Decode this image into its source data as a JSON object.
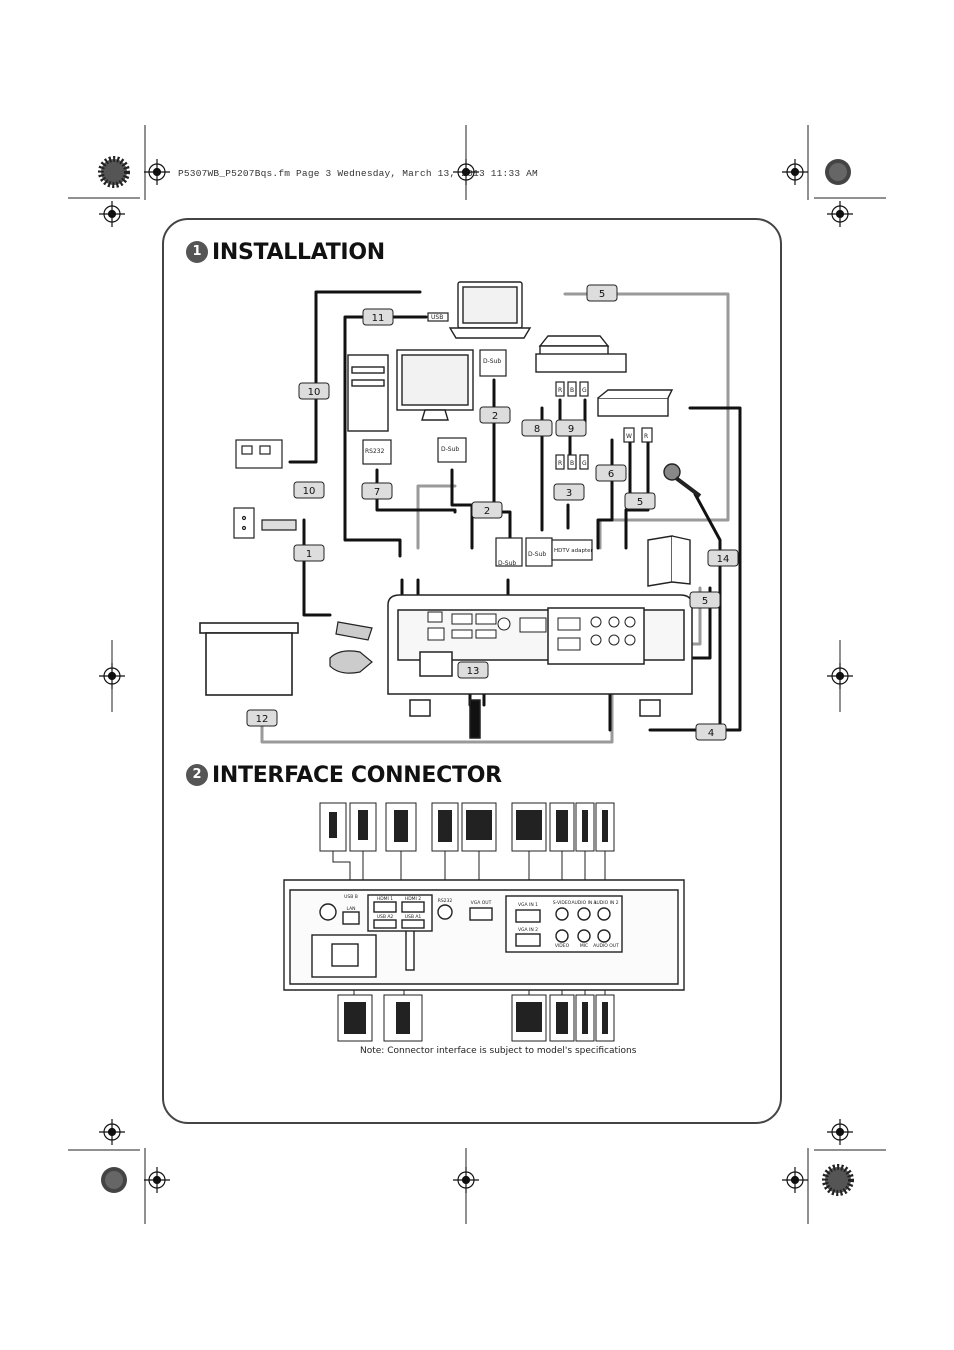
{
  "header": {
    "file_line": "P5307WB_P5207Bqs.fm  Page 3  Wednesday, March 13, 2013  11:33 AM"
  },
  "sections": [
    {
      "number": "1",
      "title": "INSTALLATION"
    },
    {
      "number": "2",
      "title": "INTERFACE CONNECTOR"
    }
  ],
  "cable_numbers": [
    "5",
    "11",
    "10",
    "8",
    "9",
    "2",
    "7",
    "3",
    "6",
    "5",
    "2",
    "10",
    "1",
    "14",
    "5",
    "13",
    "12",
    "4"
  ],
  "connector_labels": {
    "usb": "USB",
    "dsub_top": "D-Sub",
    "dsub_pc": "D-Sub",
    "rs232": "RS232",
    "dsub_left": "D-Sub",
    "dsub_right": "D-Sub",
    "hdtv": "HDTV adapter",
    "rgb_r": "R",
    "rgb_b": "B",
    "rgb_g": "G",
    "rgb2_r": "R",
    "rgb2_b": "B",
    "rgb2_g": "G",
    "w": "W",
    "r": "R"
  },
  "port_labels": {
    "usb_b": "USB B",
    "lan": "LAN",
    "hdmi1": "HDMI 1",
    "hdmi2": "HDMI 2",
    "usb_a2": "USB A2",
    "usb_a1": "USB A1",
    "rs232": "RS232",
    "vga_out": "VGA OUT",
    "vga_in1": "VGA IN 1",
    "vga_in2": "VGA IN 2",
    "svideo": "S-VIDEO",
    "video": "VIDEO",
    "audio_in1": "AUDIO IN 1",
    "audio_in2": "AUDIO IN 2",
    "mic": "MIC",
    "audio_out": "AUDIO OUT"
  },
  "note": "Note: Connector interface is subject to model's specifications"
}
